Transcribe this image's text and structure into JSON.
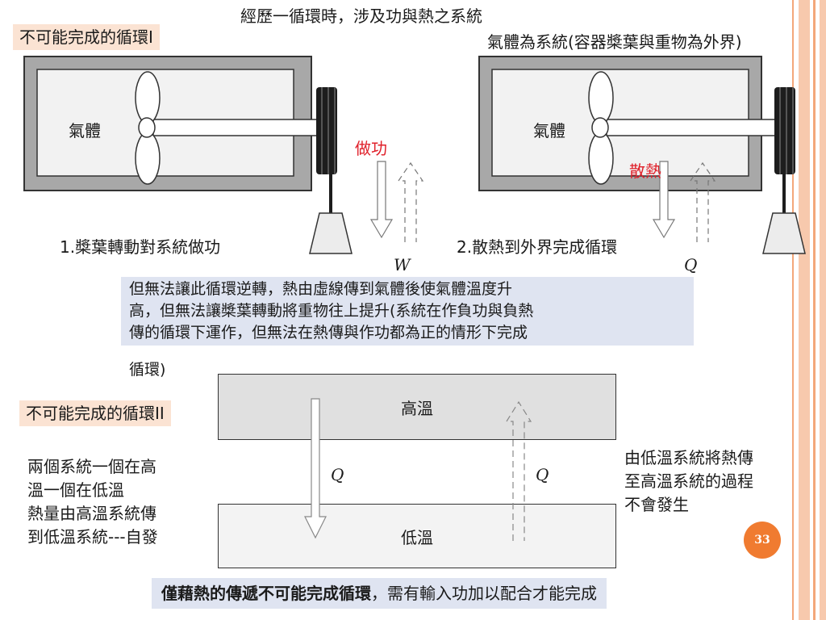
{
  "header": {
    "title": "經歷一循環時，涉及功與熱之系統",
    "system_note": "氣體為系統(容器槳葉與重物為外界)"
  },
  "cycle1": {
    "label": "不可能完成的循環I",
    "left": {
      "gas": "氣體",
      "action": "做功",
      "symbol": "W",
      "caption": "1.槳葉轉動對系統做功"
    },
    "right": {
      "gas": "氣體",
      "action": "散熱",
      "symbol": "Q",
      "caption": "2.散熱到外界完成循環"
    },
    "explanation_lines": [
      "但無法讓此循環逆轉，熱由虛線傳到氣體後使氣體溫度升",
      "高，但無法讓槳葉轉動將重物往上提升(系統在作負功與負熱",
      "傳的循環下運作，但無法在熱傳與作功都為正的情形下完成",
      "循環)"
    ]
  },
  "cycle2": {
    "label": "不可能完成的循環II",
    "high": "高溫",
    "low": "低溫",
    "q_left": "Q",
    "q_right": "Q",
    "left_lines": [
      "兩個系統一個在高",
      "溫一個在低溫",
      "熱量由高溫系統傳",
      "到低溫系統---自發"
    ],
    "right_lines": [
      "由低溫系統將熱傳",
      "至高溫系統的過程",
      "不會發生"
    ]
  },
  "footer": {
    "bold": "僅藉熱的傳遞不可能完成循環",
    "rest": "，需有輸入功加以配合才能完成"
  },
  "page_number": "33",
  "colors": {
    "accent": "#f07b30",
    "label_bg": "#fbe3d3",
    "note_bg": "#dfe4f1",
    "red": "#e0202a"
  }
}
